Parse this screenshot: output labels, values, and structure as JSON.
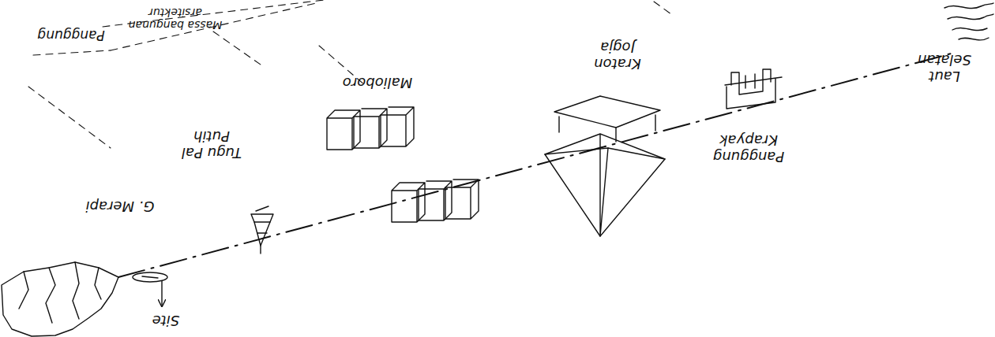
{
  "diagram": {
    "labels": [
      "G. Merapi",
      "Site",
      "Tugu Pal Putih",
      "Malioboro",
      "Kraton Jogja",
      "Panggung Krapyak",
      "Laut Selatan",
      "Panggung",
      "Massa bangunan arsitektur"
    ]
  }
}
